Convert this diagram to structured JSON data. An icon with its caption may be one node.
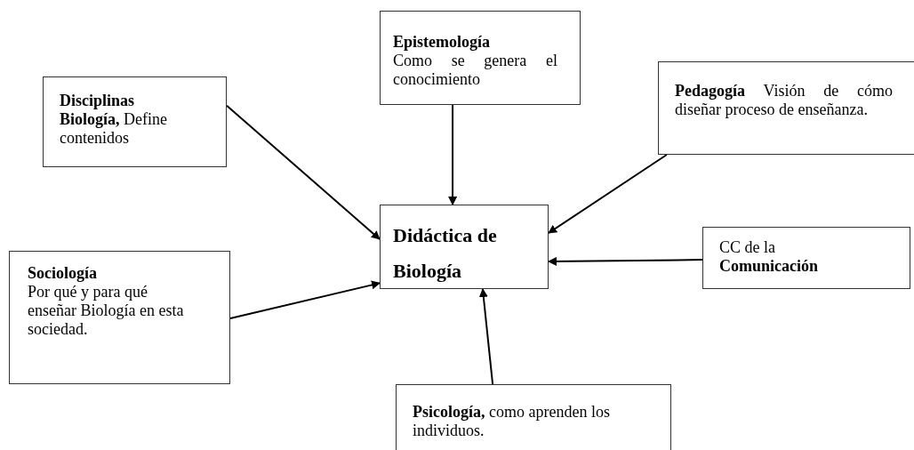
{
  "diagram": {
    "nodes": [
      {
        "text": [
          "Didáctica de Biología"
        ]
      },
      {
        "text": [
          "Disciplinas",
          "**Biología,** Define contenidos"
        ]
      },
      {
        "text": [
          "Epistemología",
          "Como se genera el conocimiento"
        ]
      },
      {
        "text": [
          "**Pedagogía** Visión de cómo diseñar proceso de enseñanza."
        ]
      },
      {
        "text": [
          "Sociología",
          "Por qué y para qué enseñar Biología  en esta sociedad."
        ]
      },
      {
        "text": [
          "CC de la **Comunicación**"
        ]
      },
      {
        "text": [
          "**Psicología,** como aprenden los individuos."
        ]
      }
    ],
    "edges": [
      {
        "from": 1,
        "to": 0,
        "arrow": "to"
      },
      {
        "from": 2,
        "to": 0,
        "arrow": "to"
      },
      {
        "from": 3,
        "to": 0,
        "arrow": "to"
      },
      {
        "from": 5,
        "to": 0,
        "arrow": "to"
      },
      {
        "from": 4,
        "to": 0,
        "arrow": "to"
      },
      {
        "from": 6,
        "to": 0,
        "arrow": "to"
      }
    ]
  }
}
